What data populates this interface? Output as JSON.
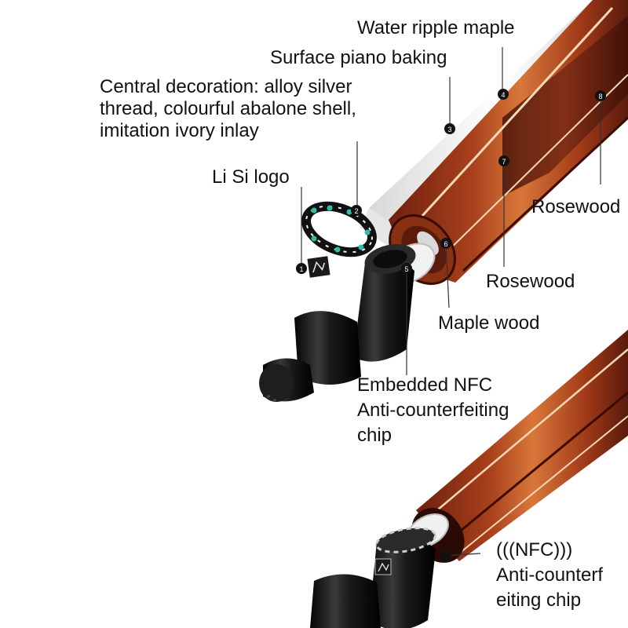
{
  "labels": {
    "water_ripple": "Water ripple maple",
    "piano_baking": "Surface piano baking",
    "central_decoration": [
      "Central decoration: alloy silver",
      "thread, colourful abalone shell,",
      "imitation ivory inlay"
    ],
    "logo": "Li Si logo",
    "rosewood_outer": "Rosewood",
    "rosewood_inner": "Rosewood",
    "maple_wood": "Maple wood",
    "nfc_chip": [
      "Embedded NFC",
      "Anti-counterfeiting",
      "chip"
    ],
    "nfc_bottom": [
      "(((NFC)))",
      "Anti-counterf",
      "eiting chip"
    ]
  },
  "markers": [
    "1",
    "2",
    "3",
    "4",
    "5",
    "6",
    "7",
    "8"
  ],
  "colors": {
    "wood_dark": "#5a1a0c",
    "wood_mid": "#a8401c",
    "wood_light": "#d9773a",
    "joint_black": "#141414",
    "white_shaft": "#f4f4f4",
    "accent_teal": "#2fbfa8"
  }
}
